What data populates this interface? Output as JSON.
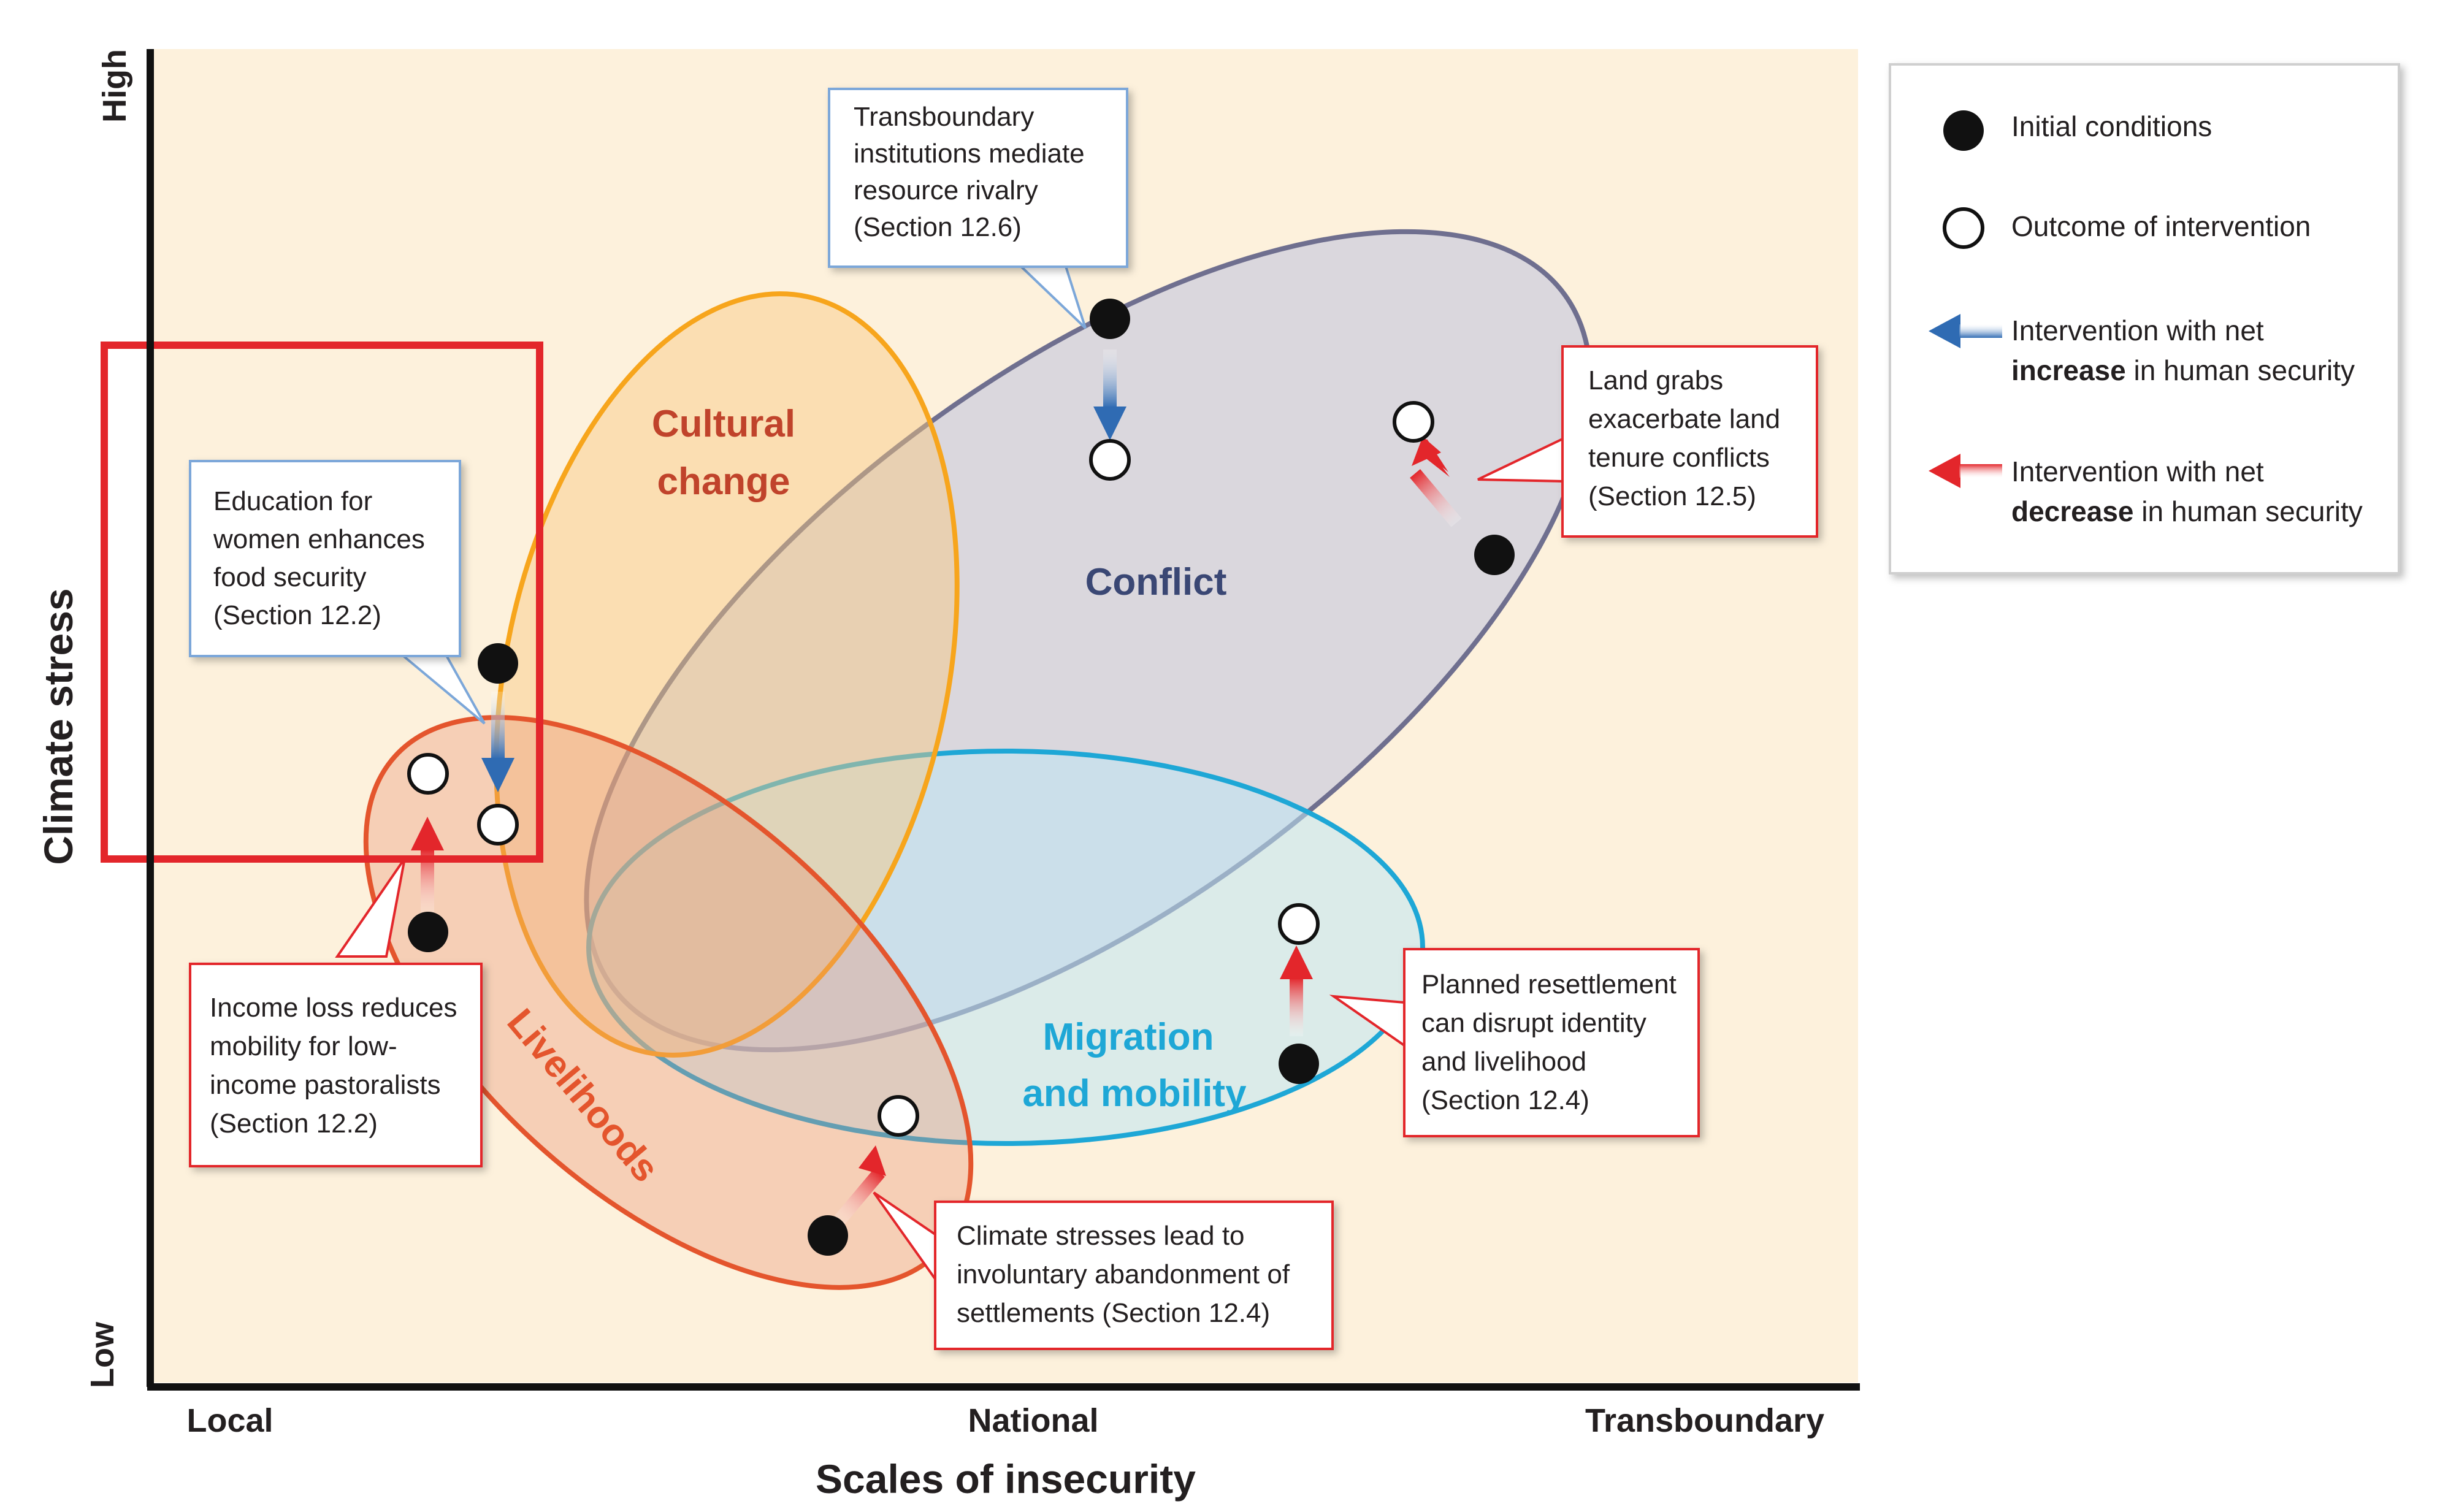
{
  "axes": {
    "x_title": "Scales of insecurity",
    "y_title": "Climate stress",
    "x_ticks": [
      "Local",
      "National",
      "Transboundary"
    ],
    "y_high": "High",
    "y_low": "Low"
  },
  "regions": {
    "cultural": {
      "line1": "Cultural",
      "line2": "change",
      "color": "#f7a51c"
    },
    "conflict": {
      "label": "Conflict",
      "color": "#6f6f8f"
    },
    "livelihoods": {
      "label": "Livelihoods",
      "color": "#e4552d"
    },
    "migration": {
      "line1": "Migration",
      "line2": "and mobility",
      "color": "#1ea7d6"
    }
  },
  "callouts": {
    "education": {
      "lines": [
        "Education for",
        "women enhances",
        "food security",
        "(Section 12.2)"
      ]
    },
    "transboundary": {
      "lines": [
        "Transboundary",
        "institutions mediate",
        "resource rivalry",
        "(Section 12.6)"
      ]
    },
    "landgrabs": {
      "lines": [
        "Land grabs",
        "exacerbate land",
        "tenure conflicts",
        "(Section 12.5)"
      ]
    },
    "income": {
      "lines": [
        "Income loss reduces",
        "mobility for low-",
        "income pastoralists",
        "(Section 12.2)"
      ]
    },
    "resettlement": {
      "lines": [
        "Planned resettlement",
        "can disrupt identity",
        "and livelihood",
        "(Section 12.4)"
      ]
    },
    "climate": {
      "lines": [
        "Climate stresses lead to",
        "involuntary abandonment of",
        "settlements (Section 12.4)"
      ]
    }
  },
  "legend": {
    "initial": "Initial conditions",
    "outcome": "Outcome of intervention",
    "increase_pre": "Intervention with net",
    "increase_bold": "increase",
    "increase_post": "in human security",
    "decrease_pre": "Intervention with net",
    "decrease_bold": "decrease",
    "decrease_post": "in human security"
  },
  "colors": {
    "background": "#fdf1dc",
    "arrow_increase": "#2f6bb3",
    "arrow_decrease": "#e3262b",
    "highlight_box": "#e3262b"
  }
}
